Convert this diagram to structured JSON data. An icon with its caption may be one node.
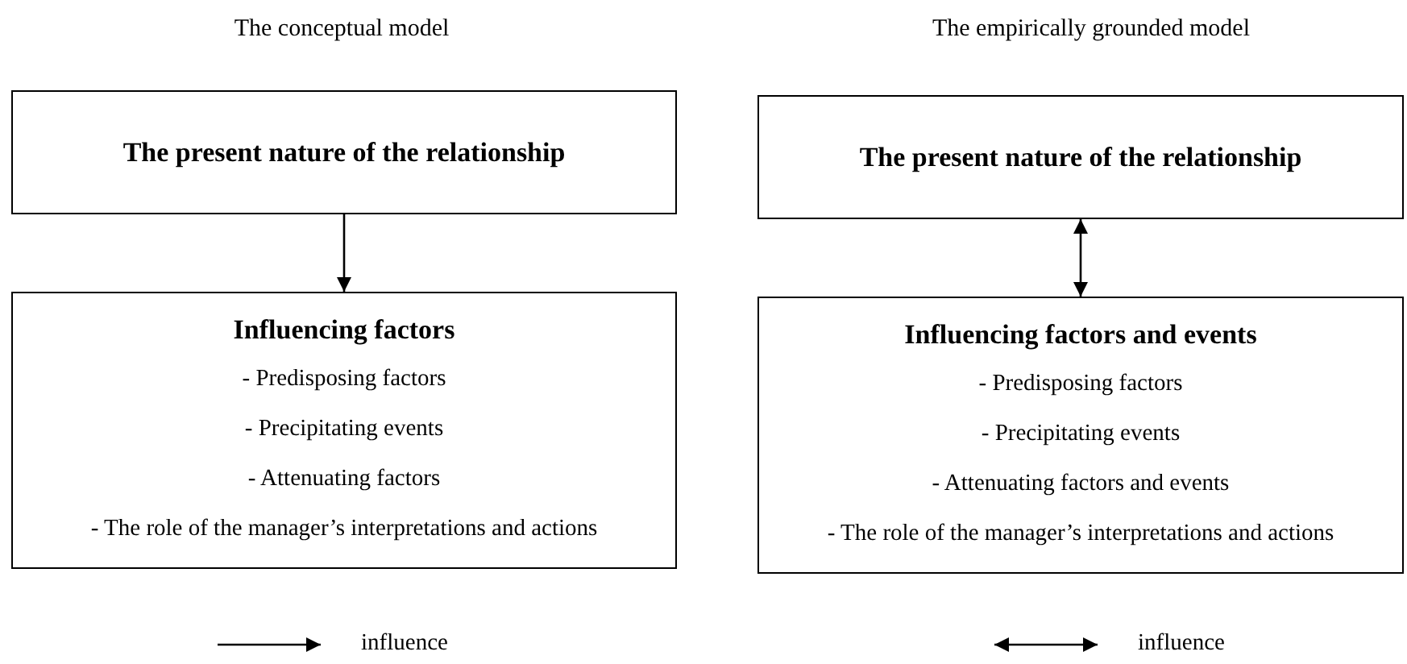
{
  "diagram": {
    "nodes": [
      {
        "text": [
          "The present nature of the relationship"
        ]
      },
      {
        "text": [
          "Influencing factors",
          "- Predisposing factors",
          "- Precipitating events",
          "- Attenuating factors",
          "- The role of the manager’s interpretations and actions"
        ]
      },
      {
        "text": [
          "The present nature of the relationship"
        ]
      },
      {
        "text": [
          "Influencing factors and events",
          "- Predisposing factors",
          "- Precipitating events",
          "- Attenuating factors and events",
          "- The role of the manager’s interpretations and actions"
        ]
      }
    ],
    "edges": [
      {
        "from": 0,
        "to": 1,
        "arrow": "to"
      },
      {
        "from": 2,
        "to": 3,
        "arrow": "both"
      }
    ],
    "labels": [
      "The conceptual model",
      "The empirically grounded model"
    ],
    "legend": [
      {
        "text": "influence"
      },
      {
        "text": "influence"
      }
    ]
  }
}
